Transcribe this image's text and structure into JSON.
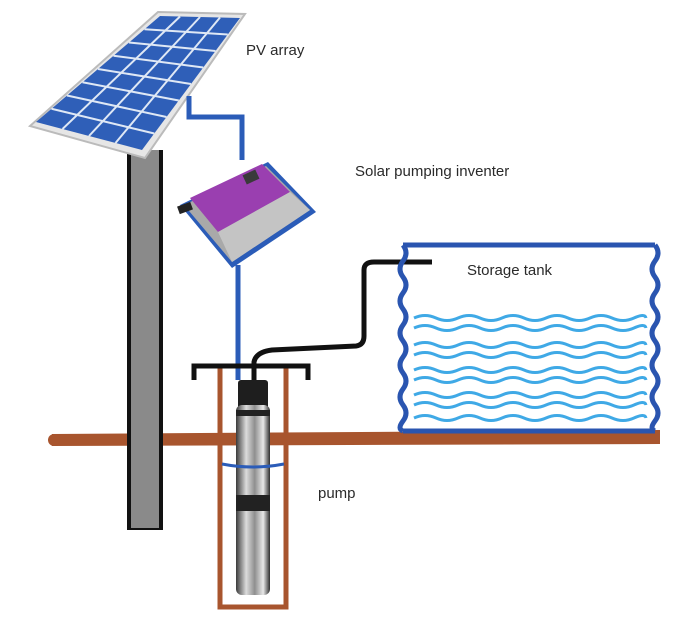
{
  "diagram": {
    "title": "Solar water pumping system",
    "labels": {
      "pv_array": "PV array",
      "inverter": "Solar pumping inventer",
      "storage_tank": "Storage tank",
      "pump": "pump"
    },
    "colors": {
      "panel_blue": "#2f5fb8",
      "panel_grid": "#dfe8f5",
      "wire_blue": "#2b5cb8",
      "wire_black": "#111111",
      "ground_brown": "#a8552e",
      "inverter_purple": "#9a3fb0",
      "water_blue": "#3fa9e6",
      "tank_outline": "#2a55b0",
      "pole_gray": "#8a8a8a"
    }
  }
}
